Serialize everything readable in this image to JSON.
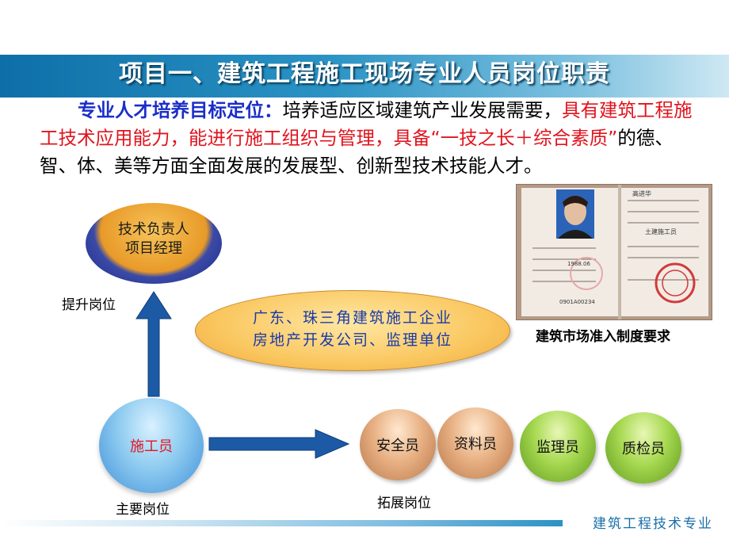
{
  "title": "项目一、建筑工程施工现场专业人员岗位职责",
  "intro": {
    "lead": "专业人才培养目标定位：",
    "part1": "培养适应区域建筑产业发展需要，",
    "red": "具有建筑工程施工技术应用能力，能进行施工组织与管理，具备“一技之长＋综合素质”",
    "part2": "的德、智、体、美等方面全面发展的发展型、创新型技术技能人才。"
  },
  "diagram": {
    "top_node": [
      "技术负责人",
      "项目经理"
    ],
    "promote_label": "提升岗位",
    "employers": [
      "广东、珠三角建筑施工企业",
      "房地产开发公司、监理单位"
    ],
    "main_node": "施工员",
    "main_label": "主要岗位",
    "extended": [
      "安全员",
      "资料员",
      "监理员",
      "质检员"
    ],
    "extended_label": "拓展岗位"
  },
  "photo": {
    "caption": "建筑市场准入制度要求",
    "name": "高进华",
    "num": "0901A00234",
    "type": "土建施工员",
    "year": "1988.06"
  },
  "footer": "建筑工程技术专业",
  "colors": {
    "title_bar": "#1c82b8",
    "accent_blue": "#1a2ec8",
    "accent_red": "#e0141e",
    "arrow": "#1c5aa6"
  }
}
